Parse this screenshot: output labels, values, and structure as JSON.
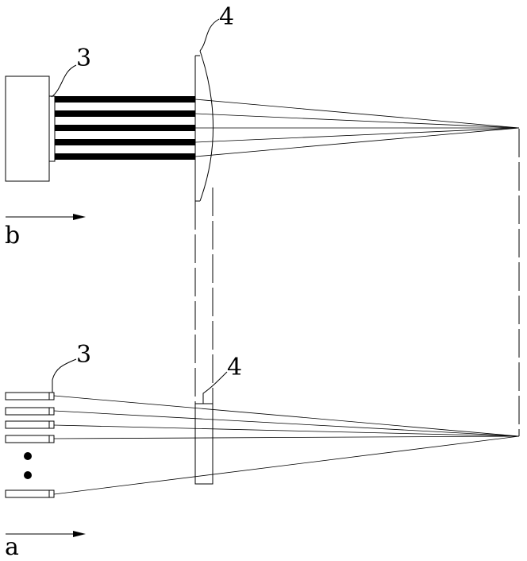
{
  "labels": {
    "top_source_number": "3",
    "top_lens_number": "4",
    "top_view_letter": "b",
    "bottom_source_number": "3",
    "bottom_lens_number": "4",
    "bottom_view_letter": "a"
  },
  "colors": {
    "ink": "#000000",
    "paper": "#ffffff"
  },
  "top_view": {
    "fiber_count": 5
  },
  "bottom_view": {
    "visible_fiber_count": 5,
    "ellipsis_dots": 2
  }
}
